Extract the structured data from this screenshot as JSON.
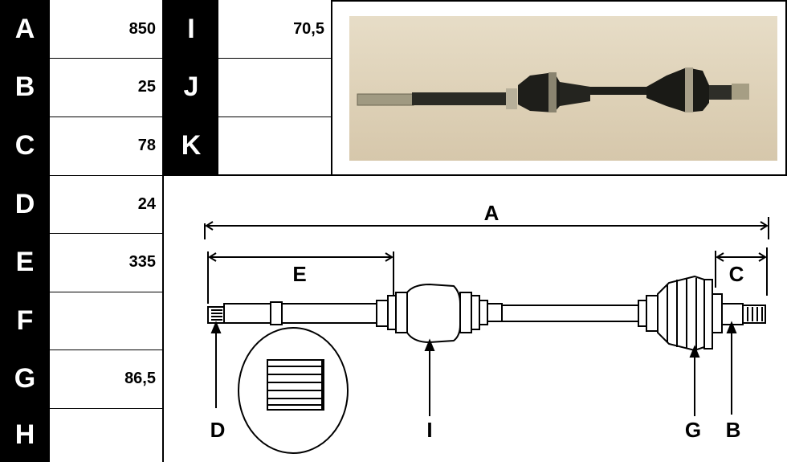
{
  "table": {
    "left": [
      {
        "label": "A",
        "value": "850"
      },
      {
        "label": "B",
        "value": "25"
      },
      {
        "label": "C",
        "value": "78"
      },
      {
        "label": "D",
        "value": "24"
      },
      {
        "label": "E",
        "value": "335"
      },
      {
        "label": "F",
        "value": ""
      },
      {
        "label": "G",
        "value": "86,5"
      },
      {
        "label": "H",
        "value": ""
      }
    ],
    "right": [
      {
        "label": "I",
        "value": "70,5"
      },
      {
        "label": "J",
        "value": ""
      },
      {
        "label": "K",
        "value": ""
      }
    ]
  },
  "diagram": {
    "dim_a": "A",
    "dim_e": "E",
    "dim_c": "C",
    "label_d": "D",
    "label_i": "I",
    "label_g": "G",
    "label_b": "B"
  },
  "colors": {
    "label_bg": "#000000",
    "label_text": "#ffffff",
    "line": "#000000",
    "photo_bg": "#e0d4bb"
  },
  "icons": {
    "photo": "drive-shaft-photo",
    "diagram": "drive-shaft-diagram"
  }
}
